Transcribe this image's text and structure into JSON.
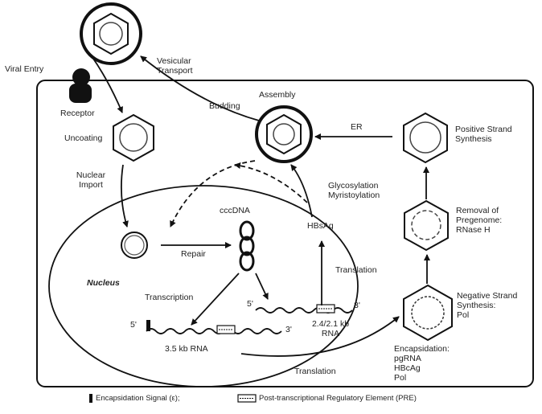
{
  "labels": {
    "viral_entry": "Viral Entry",
    "receptor": "Receptor",
    "uncoating": "Uncoating",
    "nuclear_import": "Nuclear\nImport",
    "vesicular_transport": "Vesicular\nTransport",
    "budding": "Budding",
    "assembly": "Assembly",
    "er": "ER",
    "positive_strand": "Positive Strand\nSynthesis",
    "removal_pregenome": "Removal of\nPregenome:\nRNase H",
    "negative_strand": "Negative Strand\nSynthesis:\nPol",
    "encapsidation": "Encapsidation:\npgRNA\nHBcAg\nPol",
    "glycosylation": "Glycosylation\nMyristoylation",
    "hbsag": "HBsAg",
    "translation_right": "Translation",
    "translation_bottom": "Translation",
    "cccdna": "cccDNA",
    "repair": "Repair",
    "nucleus": "Nucleus",
    "transcription": "Transcription",
    "five_prime_left": "5'",
    "three_prime_left": "3'",
    "rna_35": "3.5 kb RNA",
    "five_prime_right": "5'",
    "three_prime_right": "3'",
    "rna_24": "2.4/2.1 kb\nRNA"
  },
  "legend": {
    "encapsidation_signal": "Encapsidation Signal (ε);",
    "pre": "Post-transcriptional Regulatory Element (PRE)"
  }
}
